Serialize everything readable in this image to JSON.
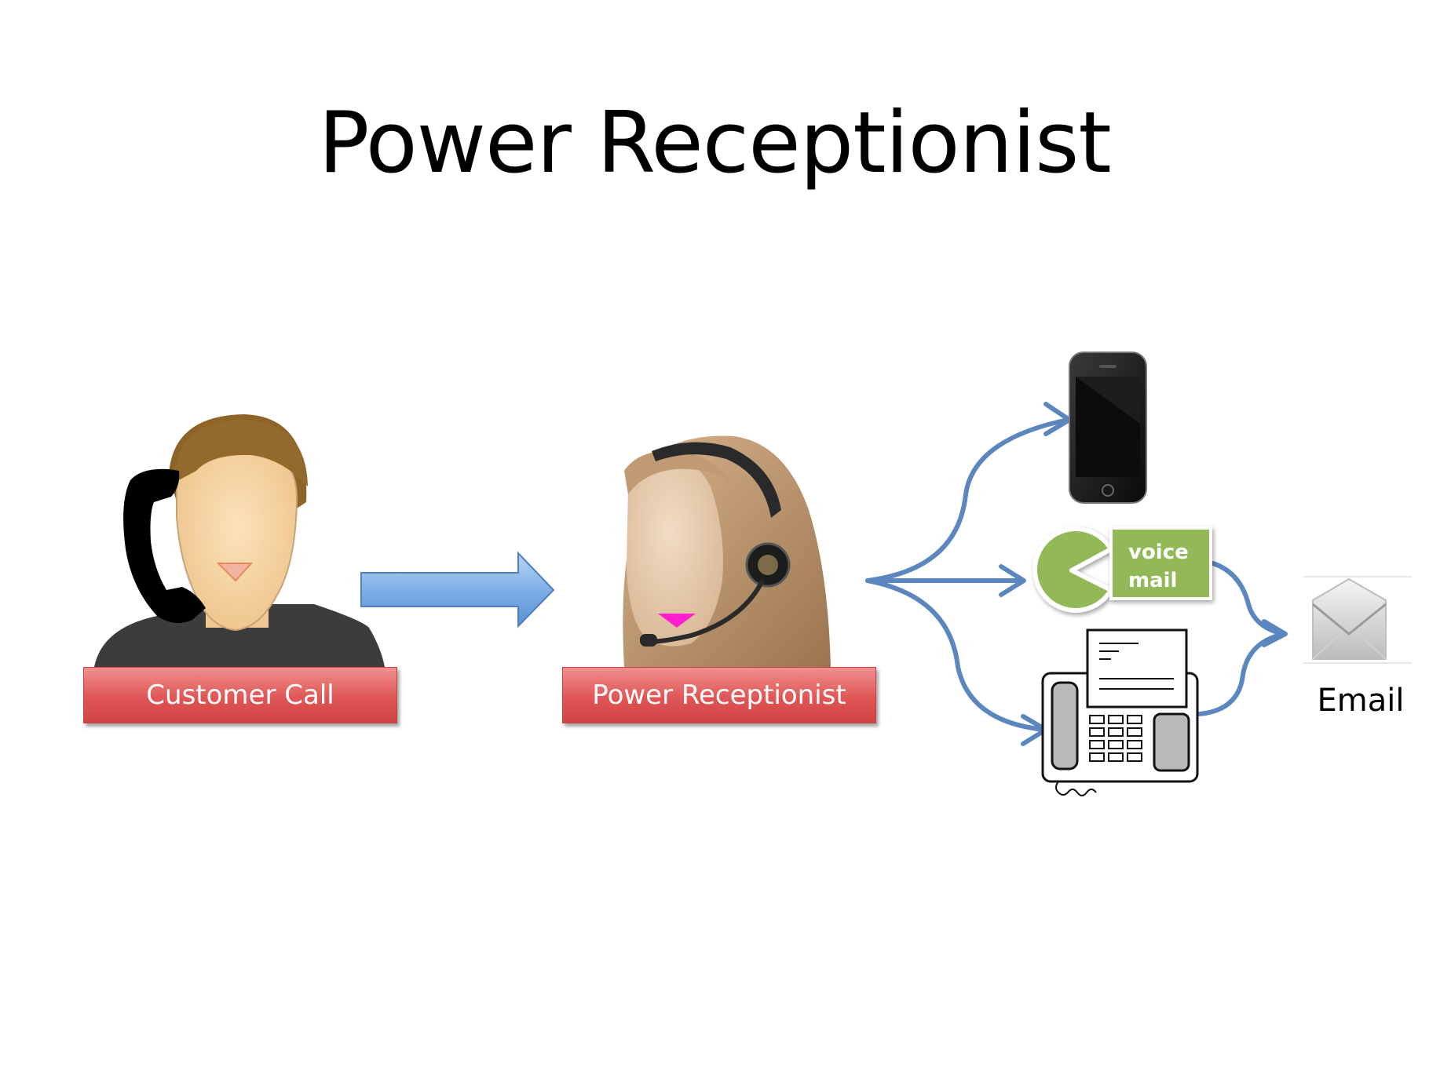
{
  "title": "Power Receptionist",
  "nodes": {
    "customer": {
      "label": "Customer Call"
    },
    "receptionist": {
      "label": "Power Receptionist"
    },
    "voicemail": {
      "line1": "voice",
      "line2": "mail"
    },
    "email": {
      "label": "Email"
    }
  },
  "colors": {
    "label_box": "#e05656",
    "arrow": "#5b87be",
    "voicemail_green": "#93b858",
    "background": "#ffffff"
  },
  "icons": [
    "customer-person-icon",
    "telephone-handset-icon",
    "receptionist-headset-icon",
    "smartphone-icon",
    "voicemail-icon",
    "fax-machine-icon",
    "envelope-icon"
  ]
}
